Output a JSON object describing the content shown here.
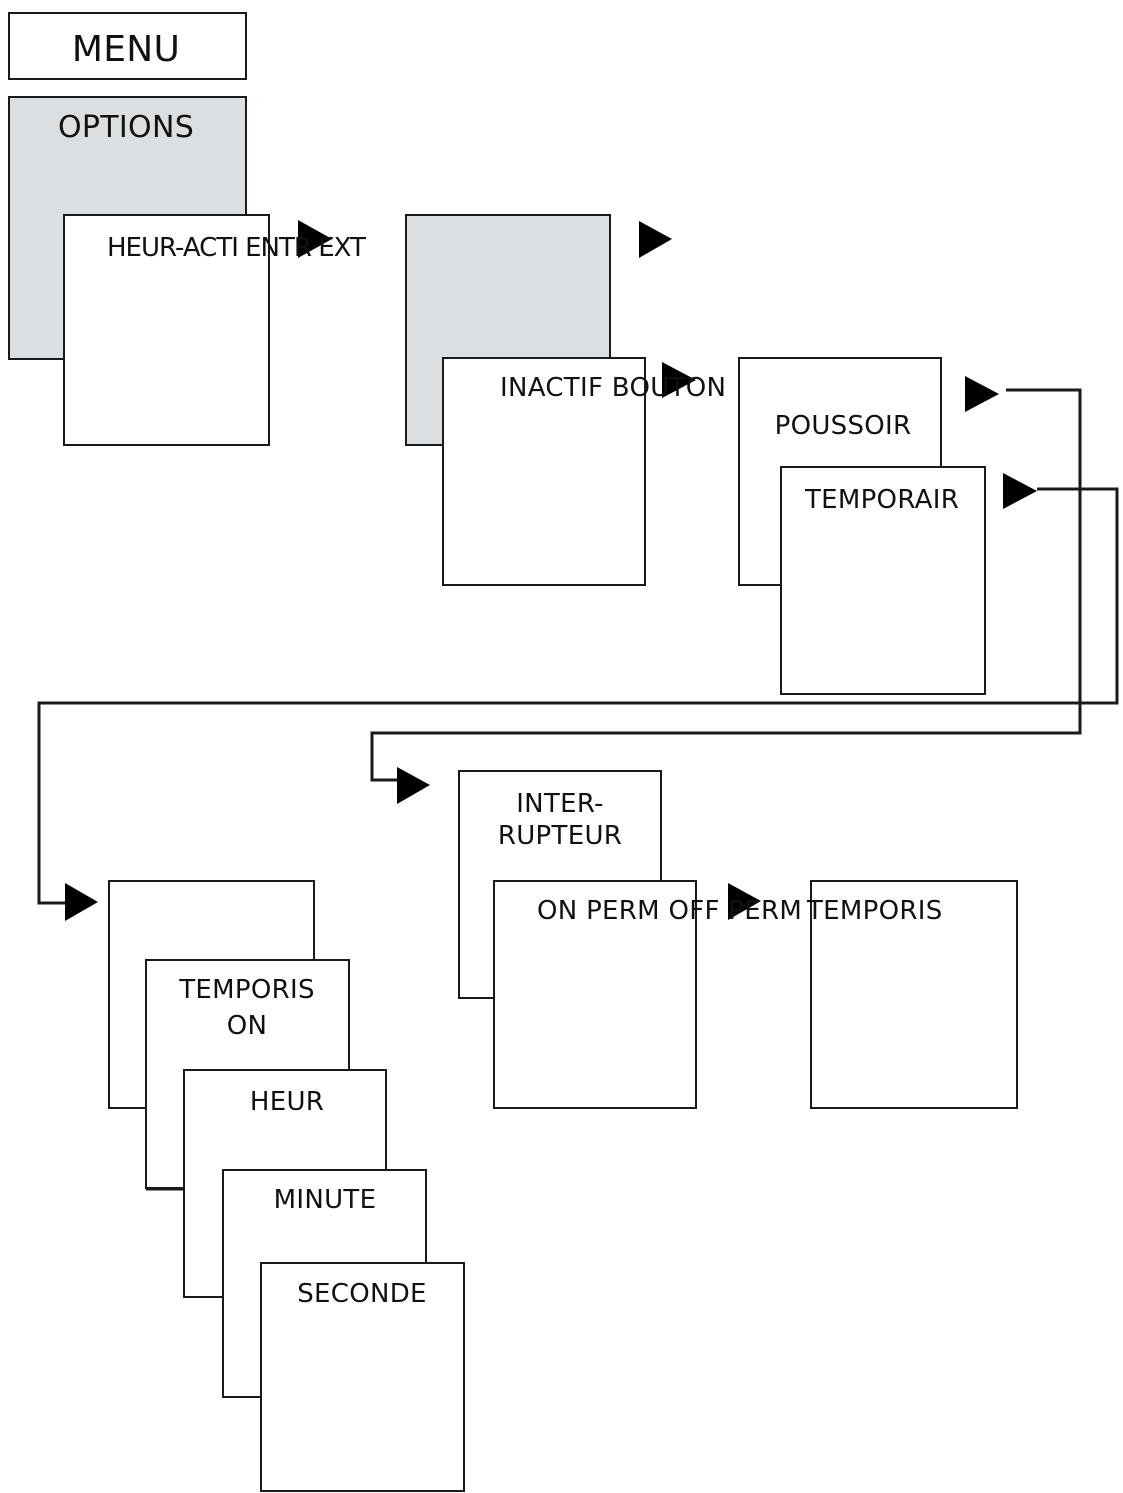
{
  "menu": {
    "title": "MENU",
    "options": "OPTIONS",
    "heur_acti": "HEUR-ACTI ENTR EXT"
  },
  "mode": {
    "inactif": "INACTIF BOUTON"
  },
  "button_type": {
    "poussoir": "POUSSOIR",
    "temporair": "TEMPORAIR"
  },
  "timer": {
    "temporis_on": [
      "TEMPORIS",
      "ON"
    ],
    "heur": "HEUR",
    "minute": "MINUTE",
    "seconde": "SECONDE"
  },
  "switch": {
    "interrupteur": [
      "INTER-",
      "RUPTEUR"
    ],
    "states": "ON PERM OFF PERM",
    "temporis": "TEMPORIS"
  },
  "colors": {
    "box_border": "#1a1a1a",
    "box_fill": "#ffffff",
    "shaded_fill": "#dcdfe1",
    "arrow": "#000000"
  }
}
